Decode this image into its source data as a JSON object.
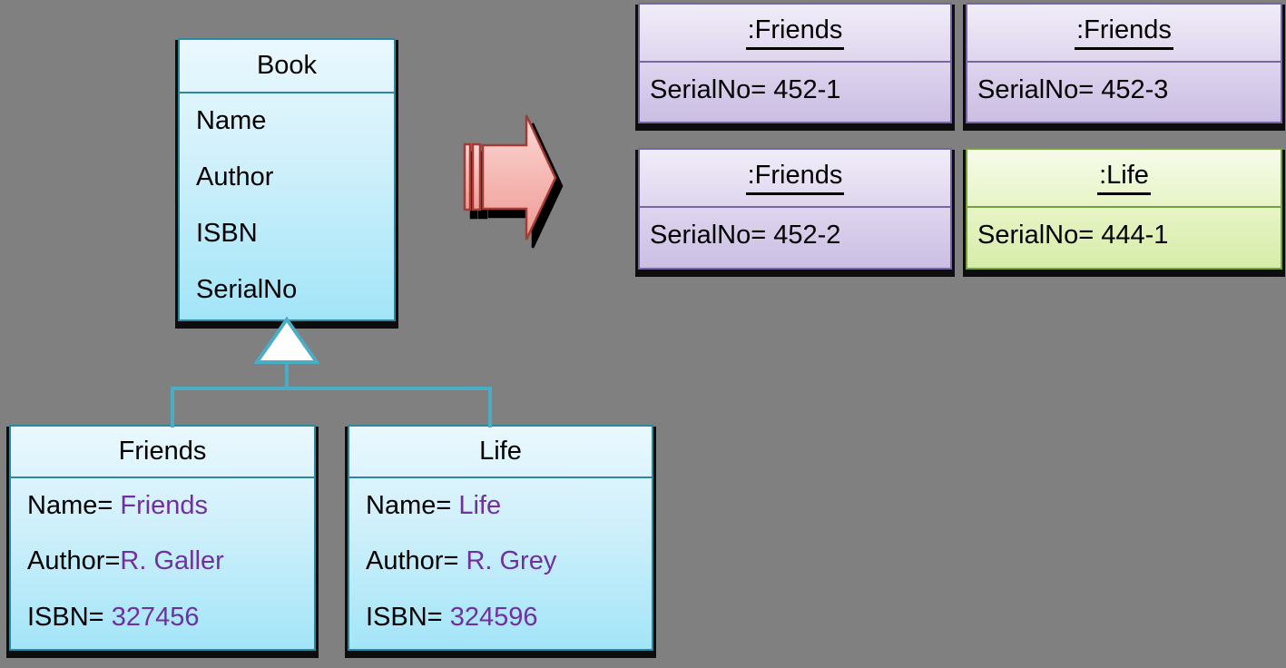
{
  "canvas": {
    "background_color": "#808080",
    "description": "UML class diagram of Book hierarchy transformed (arrow) into object instances"
  },
  "colors": {
    "class_box_border": "#2F86A1",
    "class_box_fill_top": "#EAF8FE",
    "class_box_fill_bottom": "#A2E5F8",
    "instance_purple_border": "#7765A5",
    "instance_purple_fill_bottom": "#CBBEE3",
    "instance_green_border": "#76A13C",
    "instance_green_fill_bottom": "#D7ECA8",
    "connector_line": "#4AACC5",
    "value_text": "#7030A0",
    "arrow_fill_top": "#FBD9D6",
    "arrow_fill_bottom": "#EE9A94",
    "arrow_border": "#A63A34",
    "shadow": "#000000"
  },
  "classes": {
    "book": {
      "title": "Book",
      "attributes": [
        "Name",
        "Author",
        "ISBN",
        "SerialNo"
      ]
    },
    "friends": {
      "title": "Friends",
      "fields": [
        {
          "label": "Name= ",
          "value": "Friends"
        },
        {
          "label": "Author=",
          "value": "R. Galler"
        },
        {
          "label": "ISBN= ",
          "value": "327456"
        }
      ]
    },
    "life": {
      "title": "Life",
      "fields": [
        {
          "label": "Name= ",
          "value": "Life"
        },
        {
          "label": "Author= ",
          "value": "R. Grey"
        },
        {
          "label": "ISBN= ",
          "value": "324596"
        }
      ]
    }
  },
  "instances": [
    {
      "title": ":Friends",
      "serial": "SerialNo= 452-1",
      "theme": "purple"
    },
    {
      "title": ":Friends",
      "serial": "SerialNo= 452-3",
      "theme": "purple"
    },
    {
      "title": ":Friends",
      "serial": "SerialNo= 452-2",
      "theme": "purple"
    },
    {
      "title": ":Life",
      "serial": "SerialNo= 444-1",
      "theme": "green"
    }
  ],
  "icons": {
    "inheritance_triangle": "hollow-upward-triangle",
    "transform_arrow": "striped-right-block-arrow"
  }
}
